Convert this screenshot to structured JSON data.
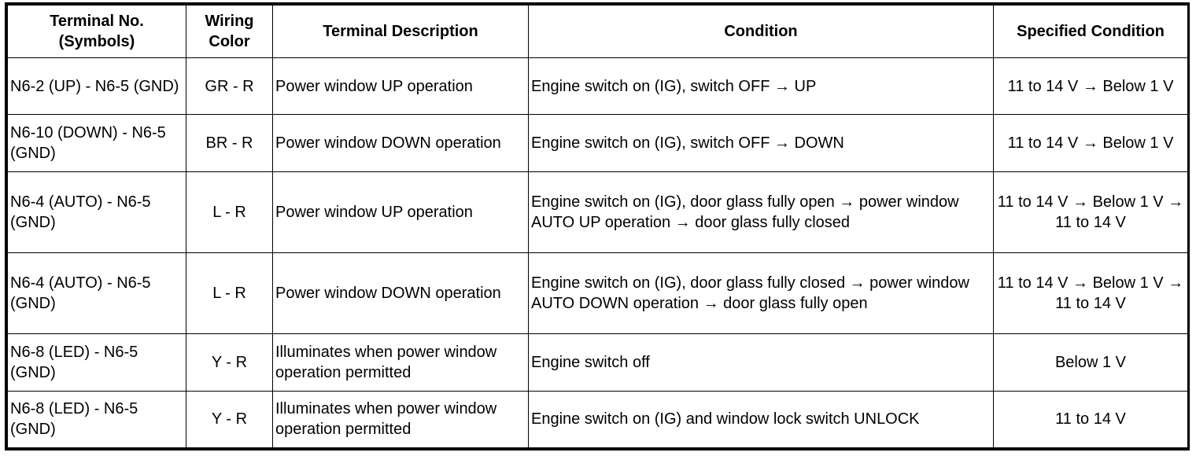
{
  "table": {
    "headers": [
      "Terminal No. (Symbols)",
      "Wiring Color",
      "Terminal Description",
      "Condition",
      "Specified Condition"
    ],
    "rows": [
      {
        "terminal": "N6-2 (UP) - N6-5 (GND)",
        "wiring": "GR - R",
        "description": "Power window UP operation",
        "condition": "Engine switch on (IG), switch OFF → UP",
        "specified": "11 to 14 V → Below 1 V"
      },
      {
        "terminal": "N6-10 (DOWN) - N6-5 (GND)",
        "wiring": "BR - R",
        "description": "Power window DOWN operation",
        "condition": "Engine switch on (IG), switch OFF → DOWN",
        "specified": "11 to 14 V → Below 1 V"
      },
      {
        "terminal": "N6-4 (AUTO) - N6-5 (GND)",
        "wiring": "L - R",
        "description": "Power window UP operation",
        "condition": "Engine switch on (IG), door glass fully open → power window AUTO UP operation → door glass fully closed",
        "specified": "11 to 14 V → Below 1 V → 11 to 14 V"
      },
      {
        "terminal": "N6-4 (AUTO) - N6-5 (GND)",
        "wiring": "L - R",
        "description": "Power window DOWN operation",
        "condition": "Engine switch on (IG), door glass fully closed → power window AUTO DOWN operation → door glass fully open",
        "specified": "11 to 14 V → Below 1 V → 11 to 14 V"
      },
      {
        "terminal": "N6-8 (LED) - N6-5 (GND)",
        "wiring": "Y - R",
        "description": "Illuminates when power window operation permitted",
        "condition": "Engine switch off",
        "specified": "Below 1 V"
      },
      {
        "terminal": "N6-8 (LED) - N6-5 (GND)",
        "wiring": "Y - R",
        "description": "Illuminates when power window operation permitted",
        "condition": "Engine switch on (IG) and window lock switch UNLOCK",
        "specified": "11 to 14 V"
      }
    ]
  }
}
